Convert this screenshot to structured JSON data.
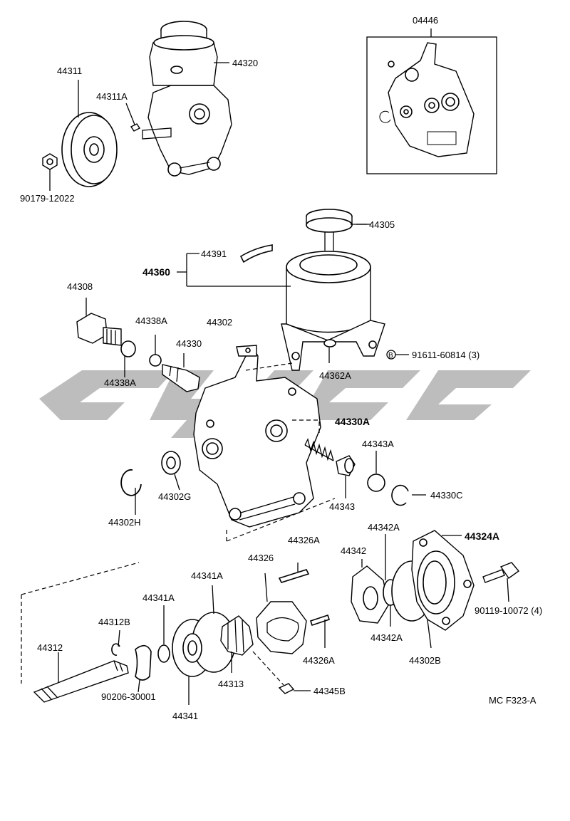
{
  "diagram": {
    "caption": "MC F323-A",
    "watermark_color": "#bdbdbd",
    "line_color": "#000000",
    "labels": {
      "p04446": "04446",
      "p44311": "44311",
      "p44320": "44320",
      "p44311A": "44311A",
      "p90179": "90179-12022",
      "p44305": "44305",
      "p44391": "44391",
      "p44360": "44360",
      "p44308": "44308",
      "p44338A_top": "44338A",
      "p44302": "44302",
      "p44330": "44330",
      "p44338A_bot": "44338A",
      "p44362A": "44362A",
      "p91611_marker": "B",
      "p91611": "91611-60814 (3)",
      "p44330A": "44330A",
      "p44343A": "44343A",
      "p44302G": "44302G",
      "p44343": "44343",
      "p44330C": "44330C",
      "p44302H": "44302H",
      "p44342A_top": "44342A",
      "p44324A": "44324A",
      "p44326A_top": "44326A",
      "p44342": "44342",
      "p44326": "44326",
      "p44341A_top": "44341A",
      "p44341A_mid": "44341A",
      "p90119": "90119-10072 (4)",
      "p44312B": "44312B",
      "p44312": "44312",
      "p44342A_bot": "44342A",
      "p44326A_bot": "44326A",
      "p44302B": "44302B",
      "p44313": "44313",
      "p90206": "90206-30001",
      "p44345B": "44345B",
      "p44341": "44341"
    }
  }
}
